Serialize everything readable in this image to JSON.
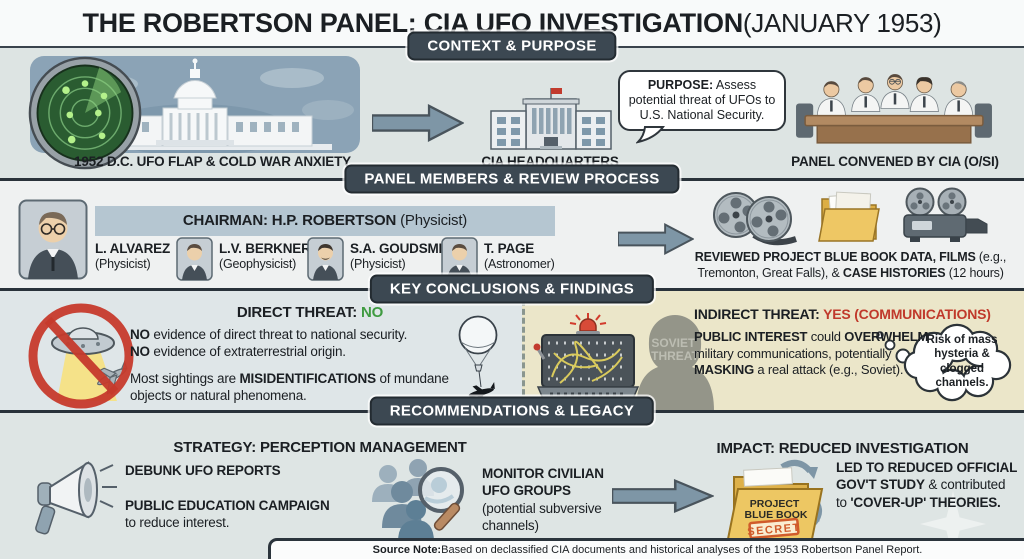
{
  "title": {
    "main": "THE ROBERTSON PANEL: CIA UFO INVESTIGATION",
    "date": " (JANUARY 1953)"
  },
  "context": {
    "header": "CONTEXT & PURPOSE",
    "radar_caption": "1952 D.C. UFO FLAP & COLD WAR ANXIETY",
    "cia_caption": "CIA HEADQUARTERS",
    "purpose": {
      "label": "PURPOSE:",
      "text": " Assess potential threat of UFOs to U.S. National Security."
    },
    "panel_caption": "PANEL CONVENED BY CIA (O/SI)"
  },
  "members": {
    "header": "PANEL MEMBERS & REVIEW PROCESS",
    "chairman": {
      "label": "CHAIRMAN: H.P. ROBERTSON",
      "role": " (Physicist)"
    },
    "list": [
      {
        "name": "L. ALVAREZ",
        "role": "(Physicist)"
      },
      {
        "name": "L.V. BERKNER",
        "role": "(Geophysicist)"
      },
      {
        "name": "S.A. GOUDSMIT",
        "role": "(Physicist)"
      },
      {
        "name": "T. PAGE",
        "role": "(Astronomer)"
      }
    ],
    "review": {
      "seg1": "REVIEWED PROJECT BLUE BOOK DATA, FILMS",
      "seg2": " (e.g., Tremonton, Great Falls), & ",
      "seg3": "CASE HISTORIES",
      "seg4": " (12 hours)"
    }
  },
  "conclusions": {
    "header": "KEY CONCLUSIONS & FINDINGS",
    "direct": {
      "title": "DIRECT THREAT: ",
      "verdict": "NO",
      "line1_b": "NO",
      "line1": " evidence of direct threat to national security.",
      "line2_b": "NO",
      "line2": " evidence of extraterrestrial origin.",
      "line3a": "Most sightings are ",
      "line3_b": "MISIDENTIFICATIONS",
      "line3c": " of mundane objects or natural phenomena."
    },
    "indirect": {
      "title": "INDIRECT THREAT: ",
      "verdict": "YES (COMMUNICATIONS)",
      "soviet1": "SOVIET",
      "soviet2": "THREAT",
      "body_b1": "PUBLIC INTEREST",
      "body1": " could ",
      "body_b2": "OVERWHELM",
      "body2": " military communications, potentially ",
      "body_b3": "MASKING",
      "body3": " a real attack (e.g., Soviet).",
      "bubble": "Risk of mass hysteria & clogged channels."
    }
  },
  "recommendations": {
    "header": "RECOMMENDATIONS & LEGACY",
    "strategy_title": "STRATEGY: PERCEPTION MANAGEMENT",
    "item1": "DEBUNK UFO REPORTS",
    "item2_b": "PUBLIC EDUCATION CAMPAIGN",
    "item2": "to reduce interest.",
    "item3_b": "MONITOR CIVILIAN UFO GROUPS",
    "item3": " (potential subversive channels)",
    "impact_title": "IMPACT: REDUCED INVESTIGATION",
    "folder_label_1": "PROJECT",
    "folder_label_2": "BLUE BOOK",
    "folder_stamp": "SECRET",
    "impact_b1": "LED TO REDUCED OFFICIAL GOV'T STUDY",
    "impact2": " & contributed to ",
    "impact_b2": "'COVER-UP' THEORIES."
  },
  "footer": {
    "label": "Source Note:",
    "text": " Based on declassified CIA documents and historical analyses of the 1953 Robertson Panel Report."
  },
  "icons": {
    "radar-icon": "green radar scope with sweep and blips",
    "capitol-icon": "US Capitol skyline panel",
    "arrow-right-icon": "blue-gray block arrow",
    "cia-building-icon": "government building with red flag",
    "panel-table-icon": "five panelists at conference table",
    "portrait-icon": "member headshot",
    "film-reels-icon": "two film reels with strip",
    "folder-icon": "yellow document folder",
    "projector-icon": "film projector",
    "no-ufo-icon": "UFO in red prohibition sign with plane",
    "balloon-plane-icon": "weather balloon above plane silhouette",
    "switchboard-icon": "tangled switchboard with red alarm",
    "soviet-silhouette-icon": "head silhouette labeled SOVIET THREAT",
    "thought-cloud-icon": "thought bubble cloud",
    "megaphone-icon": "megaphone",
    "crowd-magnifier-icon": "civilian group under magnifying glass",
    "bluebook-folder-icon": "Project Blue Book folder with SECRET stamp",
    "star-watermark-icon": "faint four-point star"
  },
  "colors": {
    "header_pill": "#3C4852",
    "verdict_no_green": "#3F9B41",
    "verdict_yes_red": "#C0392B",
    "beige_panel": "#EBE6C9",
    "arrow": "#7E96A6",
    "folder_yellow": "#EEC764",
    "stamp_red": "#D05B2B",
    "chairman_banner": "#B5C6D1"
  }
}
